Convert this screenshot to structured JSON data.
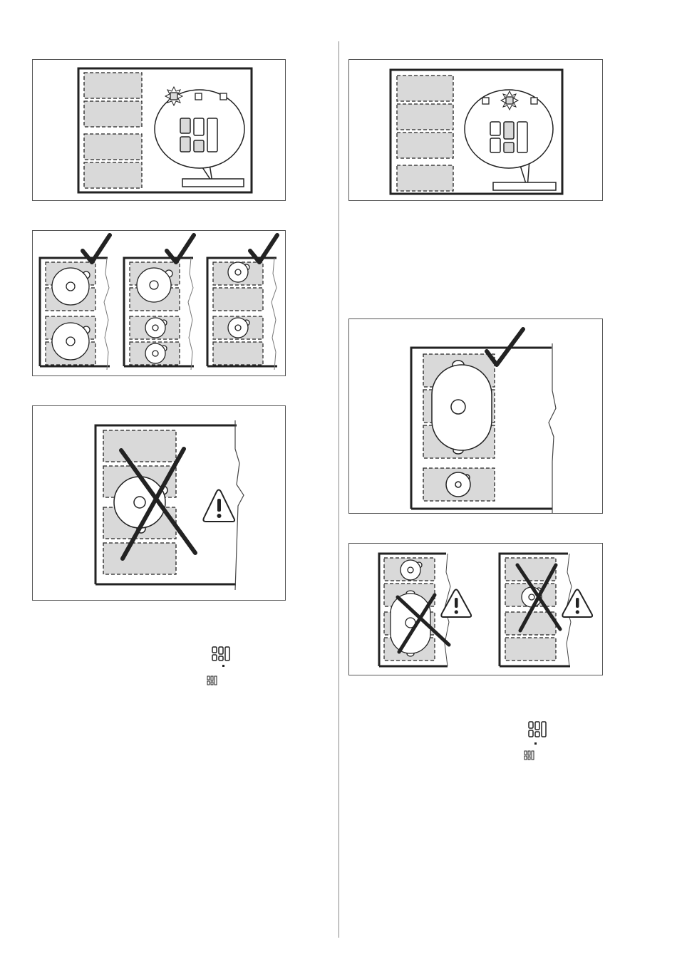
{
  "page": {
    "columns": 2,
    "text_visible": false
  },
  "figures": [
    {
      "id": "fig-left-1",
      "subject": "hob-display-left-indicator-lit"
    },
    {
      "id": "fig-left-2",
      "subject": "correct-pot-placement-examples",
      "marks": [
        "check",
        "check",
        "check"
      ]
    },
    {
      "id": "fig-left-3",
      "subject": "incorrect-large-pot-bridging-zones",
      "marks": [
        "cross",
        "warning"
      ]
    },
    {
      "id": "fig-right-1",
      "subject": "hob-display-middle-indicator-lit"
    },
    {
      "id": "fig-right-2",
      "subject": "correct-oval-pan-bridge-zone",
      "marks": [
        "check"
      ]
    },
    {
      "id": "fig-right-3",
      "subject": "incorrect-bridge-placement-examples",
      "marks": [
        "cross",
        "warning",
        "cross",
        "warning"
      ]
    }
  ],
  "inline_icons": [
    {
      "id": "left-display-large",
      "icon": "display-segments-icon"
    },
    {
      "id": "left-display-small",
      "icon": "display-segments-icon"
    },
    {
      "id": "right-display-large",
      "icon": "display-segments-icon"
    },
    {
      "id": "right-display-small",
      "icon": "display-segments-icon"
    }
  ],
  "colors": {
    "zone_fill": "#d9d9d9",
    "stroke": "#222222",
    "frame": "#555555"
  }
}
